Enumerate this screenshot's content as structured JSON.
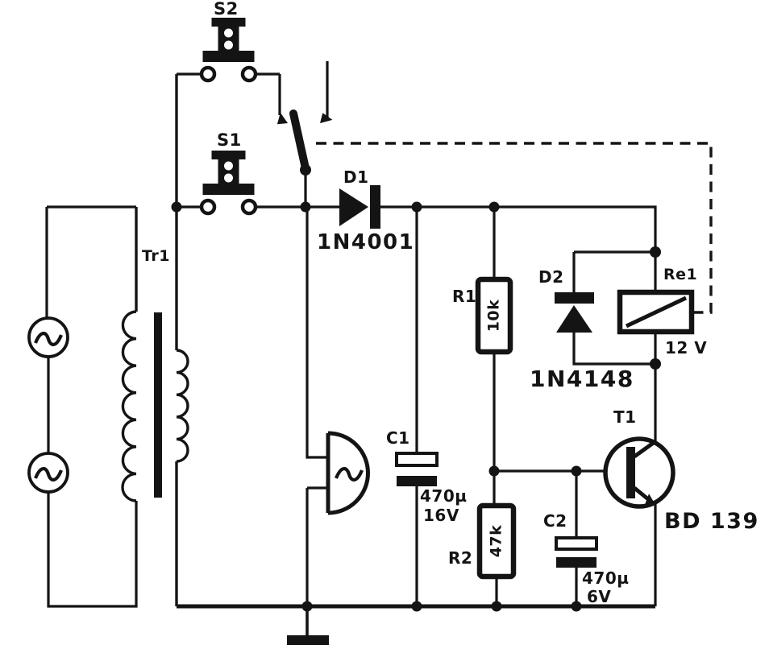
{
  "figure": {
    "kind": "circuit-schematic",
    "background_color": "#ffffff",
    "ink_color": "#141414"
  },
  "components": {
    "s2": {
      "label": "S2",
      "type": "pushbutton-switch"
    },
    "s1": {
      "label": "S1",
      "type": "pushbutton-switch"
    },
    "tr1": {
      "label": "Tr1",
      "type": "transformer"
    },
    "d1": {
      "label": "D1",
      "part": "1N4001",
      "type": "diode"
    },
    "c1": {
      "label": "C1",
      "value": "470µ",
      "rating": "16V",
      "type": "electrolytic-capacitor"
    },
    "r1": {
      "label": "R1",
      "value": "10k",
      "type": "resistor"
    },
    "r2": {
      "label": "R2",
      "value": "47k",
      "type": "resistor"
    },
    "d2": {
      "label": "D2",
      "part": "1N4148",
      "type": "diode"
    },
    "re1": {
      "label": "Re1",
      "rating": "12 V",
      "type": "relay-coil"
    },
    "c2": {
      "label": "C2",
      "value": "470µ",
      "rating": "6V",
      "type": "electrolytic-capacitor"
    },
    "t1": {
      "label": "T1",
      "part": "BD 139",
      "type": "npn-transistor"
    }
  }
}
